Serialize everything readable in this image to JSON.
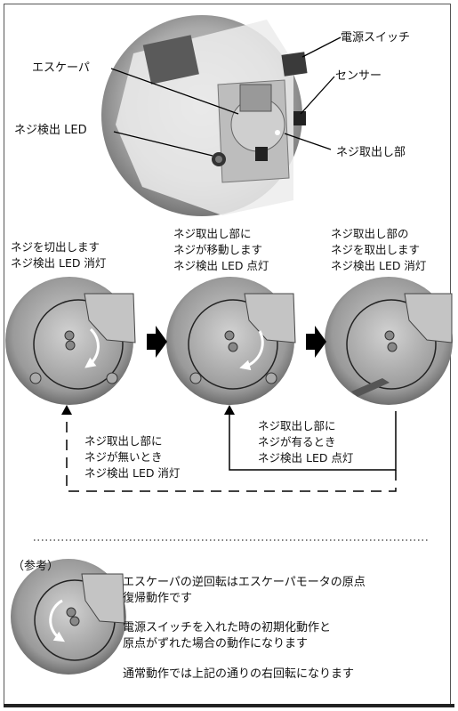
{
  "top_photo": {
    "label_escapement": "エスケーパ",
    "label_power_switch": "電源スイッチ",
    "label_sensor": "センサー",
    "label_screw_led": "ネジ検出 LED",
    "label_pickup": "ネジ取出し部"
  },
  "steps": [
    {
      "lines": [
        "ネジを切出します",
        "ネジ検出 LED 消灯"
      ]
    },
    {
      "lines": [
        "ネジ取出し部に",
        "ネジが移動します",
        "ネジ検出 LED 点灯"
      ]
    },
    {
      "lines": [
        "ネジ取出し部の",
        "ネジを取出します",
        "ネジ検出 LED 消灯"
      ]
    }
  ],
  "loop_present": {
    "lines": [
      "ネジ取出し部に",
      "ネジが有るとき",
      "ネジ検出 LED 点灯"
    ]
  },
  "loop_absent": {
    "lines": [
      "ネジ取出し部に",
      "ネジが無いとき",
      "ネジ検出 LED 消灯"
    ]
  },
  "reference": {
    "heading": "（参考）",
    "para1": [
      "エスケーパの逆回転はエスケーパモータの原点",
      "復帰動作です"
    ],
    "para2": [
      "電源スイッチを入れた時の初期化動作と",
      "原点がずれた場合の動作になります"
    ],
    "para3": [
      "通常動作では上記の通りの右回転になります"
    ]
  }
}
